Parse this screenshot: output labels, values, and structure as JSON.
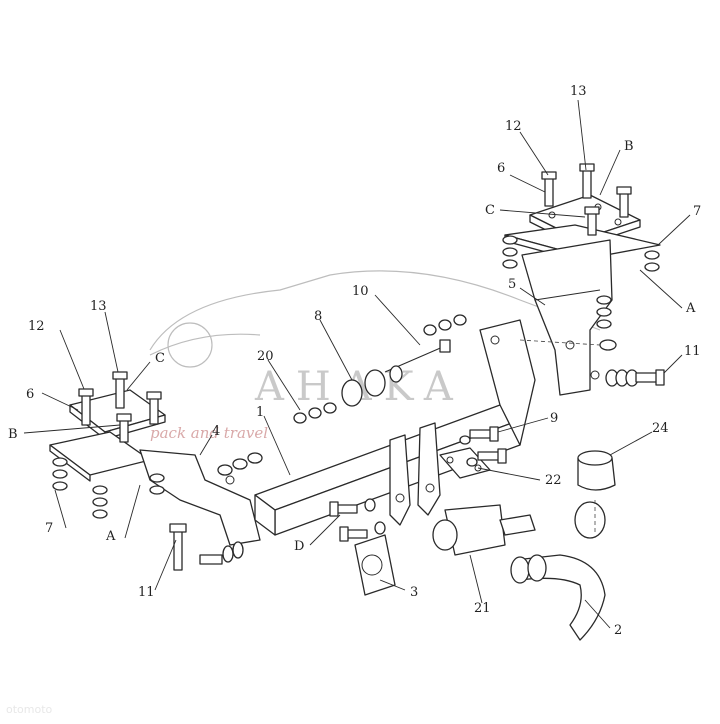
{
  "labels": {
    "l13a": "13",
    "l12a": "12",
    "l6a": "6",
    "lBa": "B",
    "lCa": "C",
    "l7a": "7",
    "l5": "5",
    "lAa": "A",
    "l11a": "11",
    "l10": "10",
    "l8": "8",
    "l20": "20",
    "l1": "1",
    "l4": "4",
    "l9": "9",
    "l22": "22",
    "l24": "24",
    "l13b": "13",
    "l12b": "12",
    "l6b": "6",
    "lBb": "B",
    "lCb": "C",
    "l7b": "7",
    "lAb": "A",
    "l11b": "11",
    "lD": "D",
    "l3": "3",
    "l21": "21",
    "l2": "2"
  },
  "watermark": {
    "brand": "AHAKA",
    "tagline": "pack and travel"
  },
  "credit": "otomoto"
}
